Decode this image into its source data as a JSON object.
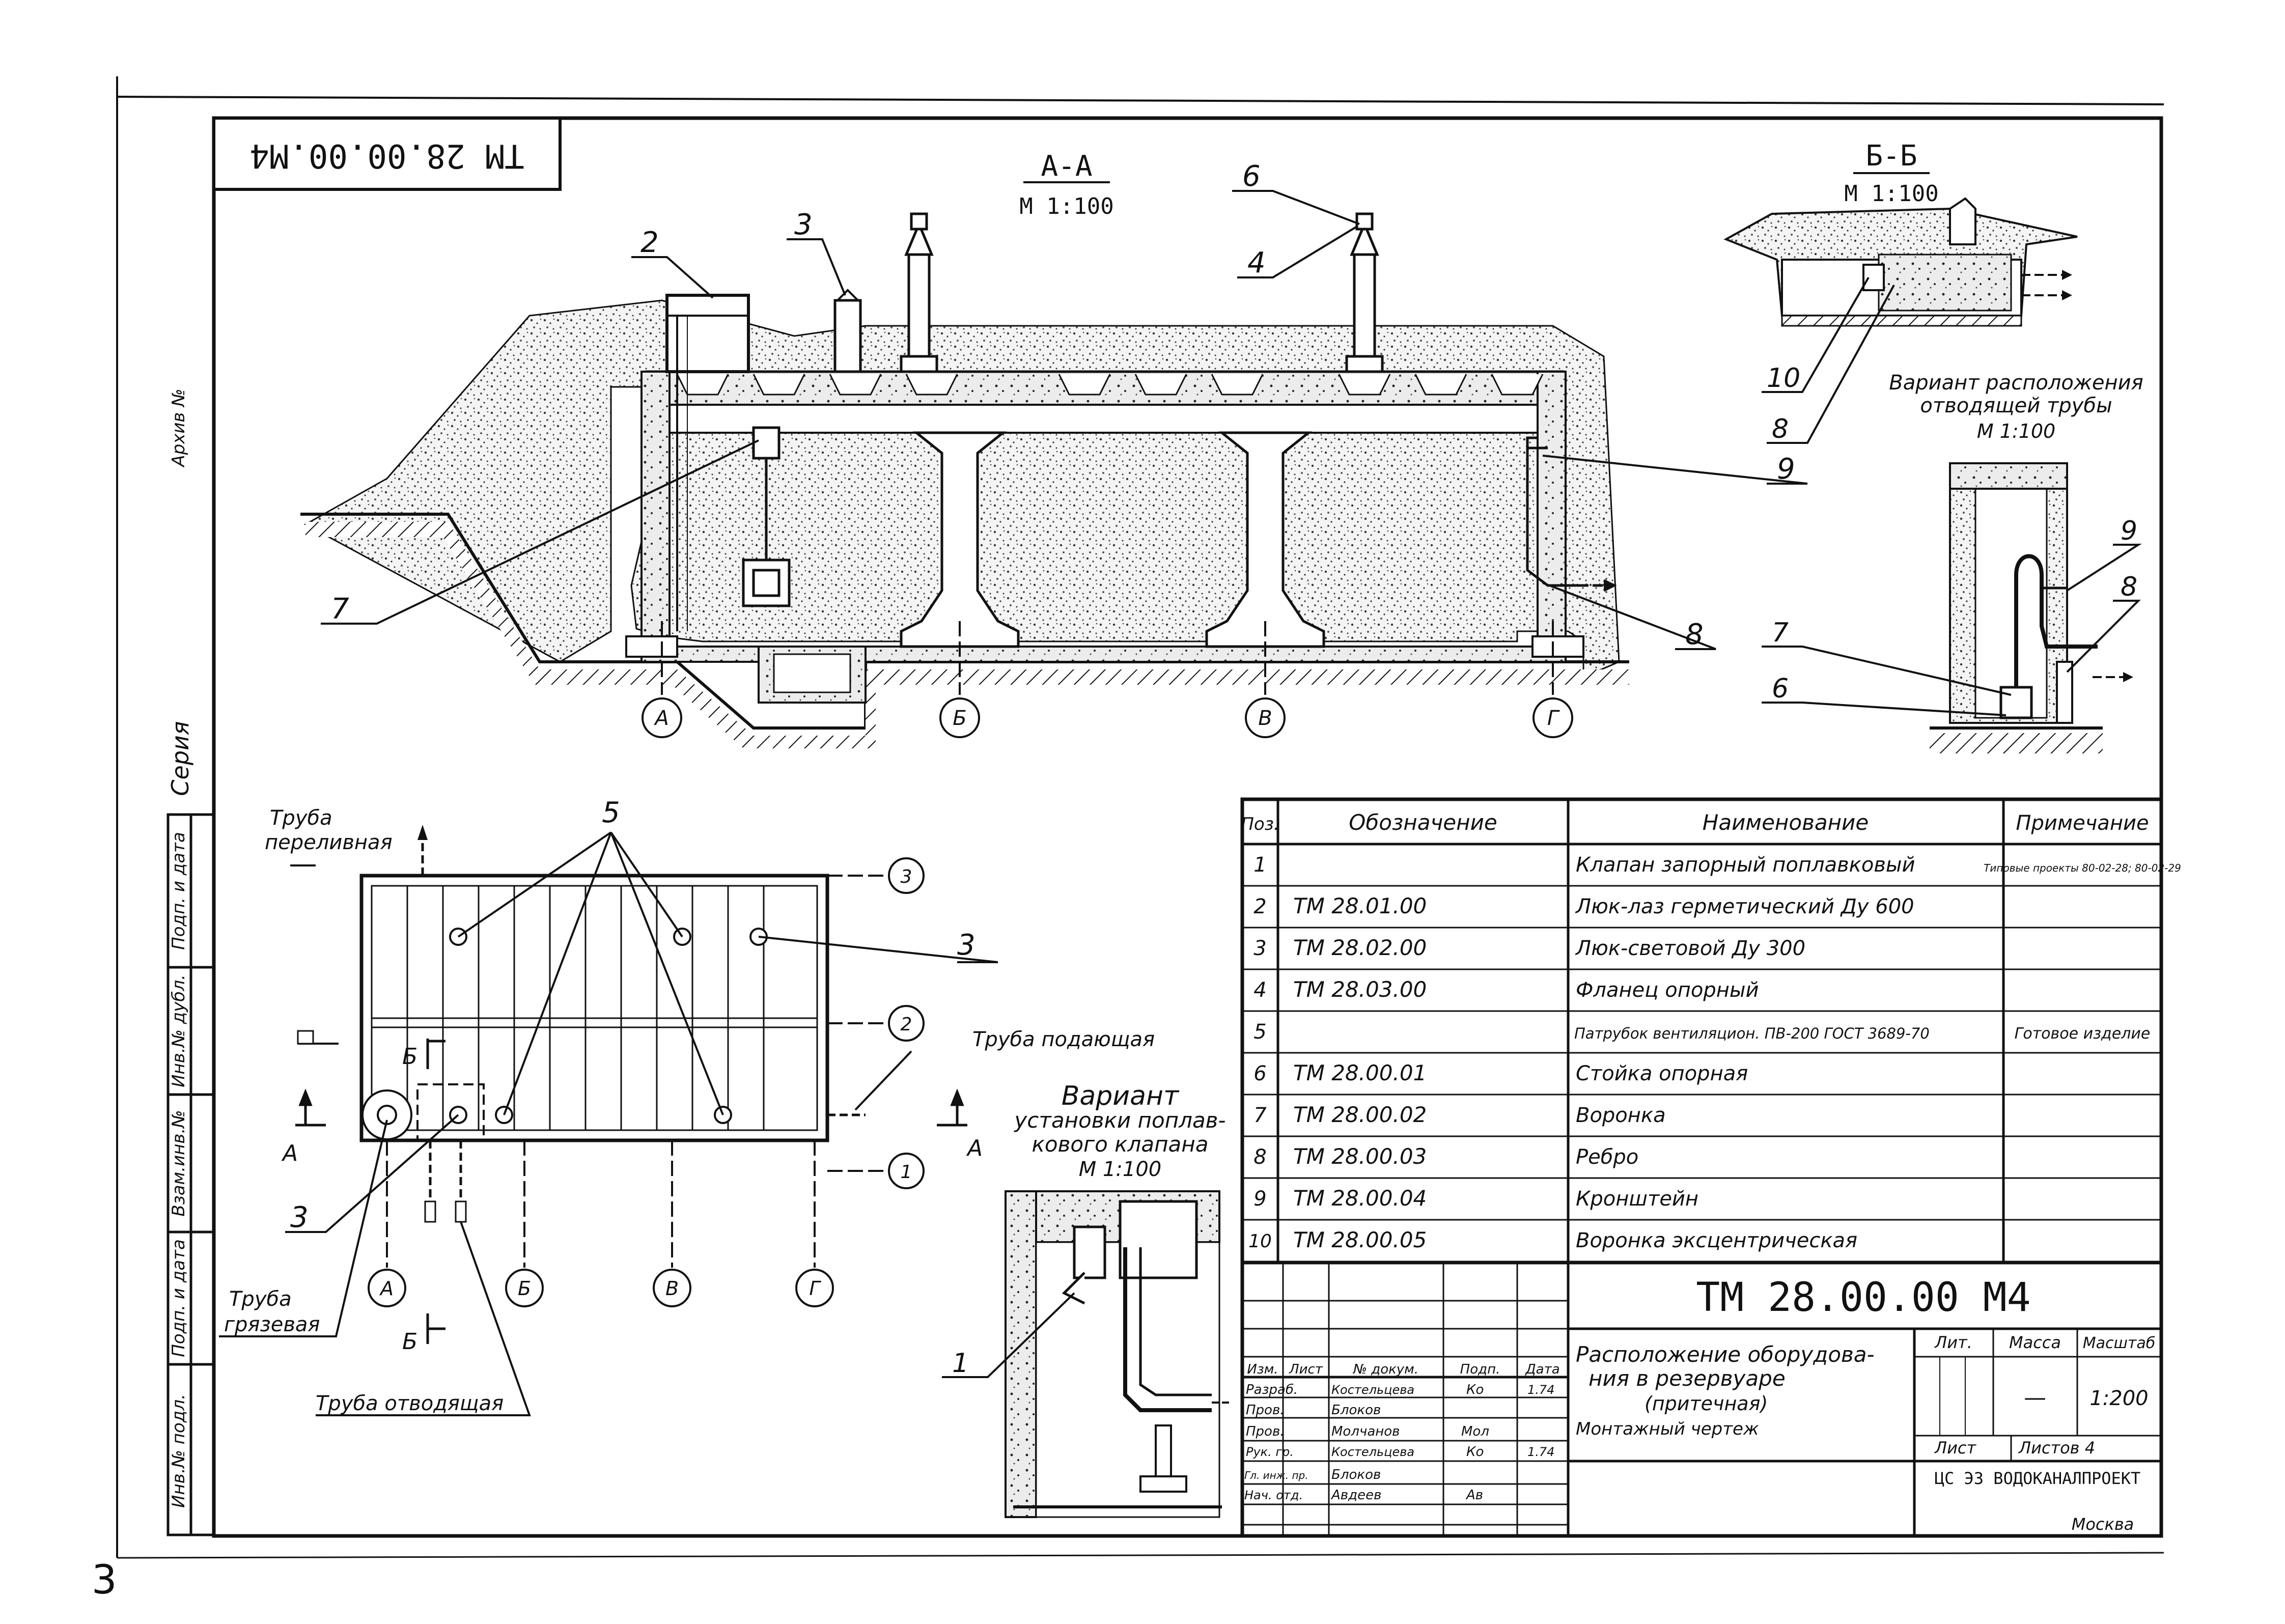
{
  "sheet": {
    "stamp_code": "ТМ 28.00.00.М4",
    "page_number": "3",
    "side_labels": [
      "Серия",
      "Подп. и дата",
      "Инв.№ дубл.",
      "Взам.инв.№",
      "Подп. и дата",
      "Инв.№ подл."
    ],
    "corner_mark": "Архив №"
  },
  "section_aa": {
    "title": "А-А",
    "scale": "М 1:100",
    "position_callouts": [
      "2",
      "3",
      "6",
      "4",
      "7",
      "9",
      "8"
    ],
    "axes": [
      "А",
      "Б",
      "В",
      "Г"
    ]
  },
  "section_bb": {
    "title": "Б-Б",
    "scale": "М 1:100",
    "callouts": [
      "10",
      "8"
    ],
    "caption_lines": [
      "Вариант расположения",
      "отводящей трубы",
      "М 1:100"
    ]
  },
  "outlet_detail": {
    "callouts": [
      "9",
      "8",
      "7",
      "6"
    ]
  },
  "plan": {
    "labels": {
      "overflow_pipe": [
        "Труба",
        "переливная"
      ],
      "supply_pipe": "Труба подающая",
      "mud_pipe": [
        "Труба",
        "грязевая"
      ],
      "discharge_pipe": "Труба отводящая"
    },
    "callouts": [
      "5",
      "3",
      "3"
    ],
    "section_marks": [
      "А",
      "А",
      "Б",
      "Б"
    ],
    "axes_x": [
      "А",
      "Б",
      "В",
      "Г"
    ],
    "axes_y": [
      "1",
      "2",
      "3"
    ]
  },
  "valve_variant": {
    "caption_lines": [
      "Вариант",
      "установки поплав-",
      "кового клапана",
      "М 1:100"
    ],
    "callout": "1"
  },
  "spec_table": {
    "headers": [
      "Поз.",
      "Обозначение",
      "Наименование",
      "Примечание"
    ],
    "rows": [
      {
        "pos": "1",
        "code": "",
        "name": "Клапан запорный поплавковый",
        "note": "Типовые проекты 80-02-28; 80-02-29"
      },
      {
        "pos": "2",
        "code": "ТМ 28.01.00",
        "name": "Люк-лаз герметический Ду 600",
        "note": ""
      },
      {
        "pos": "3",
        "code": "ТМ 28.02.00",
        "name": "Люк-световой Ду 300",
        "note": ""
      },
      {
        "pos": "4",
        "code": "ТМ 28.03.00",
        "name": "Фланец опорный",
        "note": ""
      },
      {
        "pos": "5",
        "code": "",
        "name": "Патрубок вентиляцион. ПВ-200 ГОСТ 3689-70",
        "note": "Готовое изделие"
      },
      {
        "pos": "6",
        "code": "ТМ 28.00.01",
        "name": "Стойка опорная",
        "note": ""
      },
      {
        "pos": "7",
        "code": "ТМ 28.00.02",
        "name": "Воронка",
        "note": ""
      },
      {
        "pos": "8",
        "code": "ТМ 28.00.03",
        "name": "Ребро",
        "note": ""
      },
      {
        "pos": "9",
        "code": "ТМ 28.00.04",
        "name": "Кронштейн",
        "note": ""
      },
      {
        "pos": "10",
        "code": "ТМ 28.00.05",
        "name": "Воронка эксцентрическая",
        "note": ""
      }
    ]
  },
  "title_block": {
    "designation": "ТМ 28.00.00 М4",
    "description_lines": [
      "Расположение оборудова-",
      "ния в резервуаре",
      "(притечная)",
      "Монтажный чертеж"
    ],
    "stage_header": "Лит.",
    "mass_header": "Масса",
    "scale_header": "Масштаб",
    "mass_value": "—",
    "scale_value": "1:200",
    "sheet_label": "Лист",
    "sheets_label": "Листов 4",
    "organization": "ЦС ЭЗ ВОДОКАНАЛПРОЕКТ",
    "city": "Москва",
    "change_headers": [
      "Изм.",
      "Лист",
      "№ докум.",
      "Подп.",
      "Дата"
    ],
    "signatures": [
      {
        "role": "Разраб.",
        "name": "Костельцева",
        "sign": "Ко",
        "date": "1.74"
      },
      {
        "role": "Пров.",
        "name": "Блоков",
        "sign": "",
        "date": ""
      },
      {
        "role": "Пров.",
        "name": "Молчанов",
        "sign": "Мол",
        "date": ""
      },
      {
        "role": "Рук. гр.",
        "name": "Костельцева",
        "sign": "Ко",
        "date": "1.74"
      },
      {
        "role": "Гл. инж. пр.",
        "name": "Блоков",
        "sign": "",
        "date": ""
      },
      {
        "role": "Нач. отд.",
        "name": "Авдеев",
        "sign": "Ав",
        "date": ""
      }
    ]
  }
}
